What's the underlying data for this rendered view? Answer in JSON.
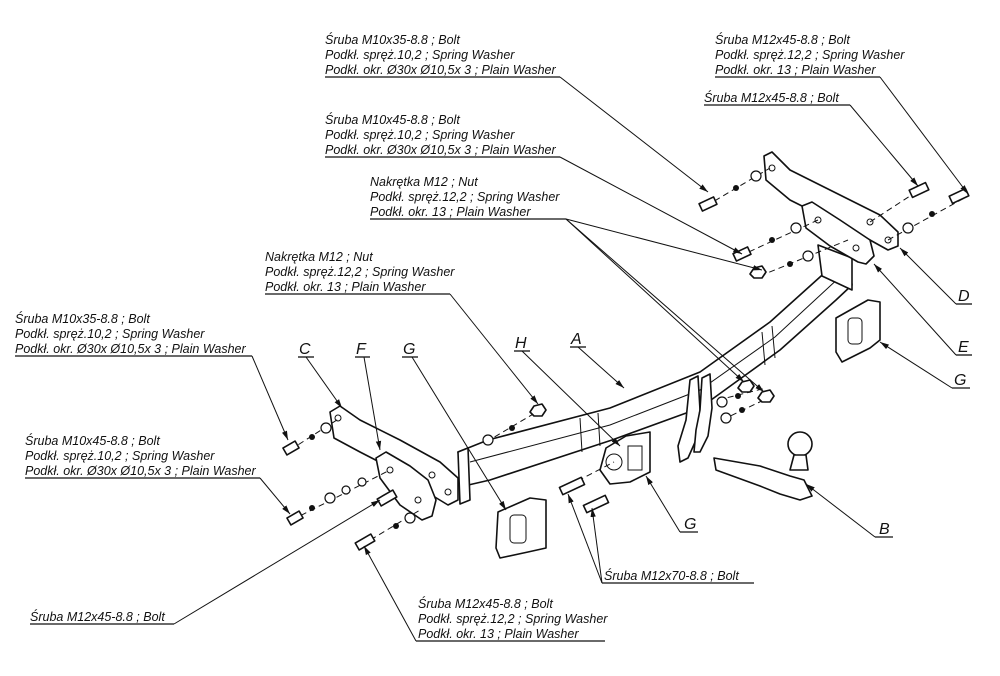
{
  "diagram": {
    "type": "exploded-assembly",
    "subject": "tow bar (towing hitch) assembly"
  },
  "callouts": [
    {
      "id": "top-center-1",
      "lines": [
        "Śruba M10x35-8.8 ;  Bolt",
        "Podkł. spręż.10,2 ; Spring Washer",
        "Podkł. okr.  Ø30x Ø10,5x 3 ; Plain Washer"
      ]
    },
    {
      "id": "top-right-1",
      "lines": [
        "Śruba M12x45-8.8 ;  Bolt",
        "Podkł. spręż.12,2 ; Spring Washer",
        "Podkł. okr. 13 ; Plain Washer"
      ]
    },
    {
      "id": "top-right-2",
      "lines": [
        "Śruba M12x45-8.8 ;  Bolt"
      ]
    },
    {
      "id": "top-center-2",
      "lines": [
        "Śruba M10x45-8.8 ;  Bolt",
        "Podkł. spręż.10,2 ; Spring Washer",
        "Podkł. okr.  Ø30x Ø10,5x 3 ; Plain Washer"
      ]
    },
    {
      "id": "center-nut-1",
      "lines": [
        "Nakrętka  M12 ; Nut",
        "Podkł. spręż.12,2 ; Spring Washer",
        "Podkł. okr. 13 ; Plain Washer"
      ]
    },
    {
      "id": "center-nut-2",
      "lines": [
        "Nakrętka  M12 ; Nut",
        "Podkł. spręż.12,2 ; Spring Washer",
        "Podkł. okr. 13 ; Plain Washer"
      ]
    },
    {
      "id": "left-1",
      "lines": [
        "Śruba M10x35-8.8 ;  Bolt",
        "Podkł. spręż.10,2 ; Spring Washer",
        "Podkł. okr.  Ø30x Ø10,5x 3 ; Plain Washer"
      ]
    },
    {
      "id": "left-2",
      "lines": [
        "Śruba M10x45-8.8 ;  Bolt",
        "Podkł. spręż.10,2 ; Spring Washer",
        "Podkł. okr.  Ø30x Ø10,5x 3 ; Plain Washer"
      ]
    },
    {
      "id": "bottom-left",
      "lines": [
        "Śruba M12x45-8.8 ;  Bolt"
      ]
    },
    {
      "id": "bottom-center",
      "lines": [
        "Śruba M12x45-8.8 ;  Bolt",
        "Podkł. spręż.12,2 ; Spring Washer",
        "Podkł. okr. 13 ; Plain Washer"
      ]
    },
    {
      "id": "bottom-m12x70",
      "lines": [
        "Śruba M12x70-8.8 ;  Bolt"
      ]
    }
  ],
  "part_letters": [
    "A",
    "B",
    "C",
    "D",
    "E",
    "F",
    "G",
    "G",
    "G",
    "H"
  ]
}
